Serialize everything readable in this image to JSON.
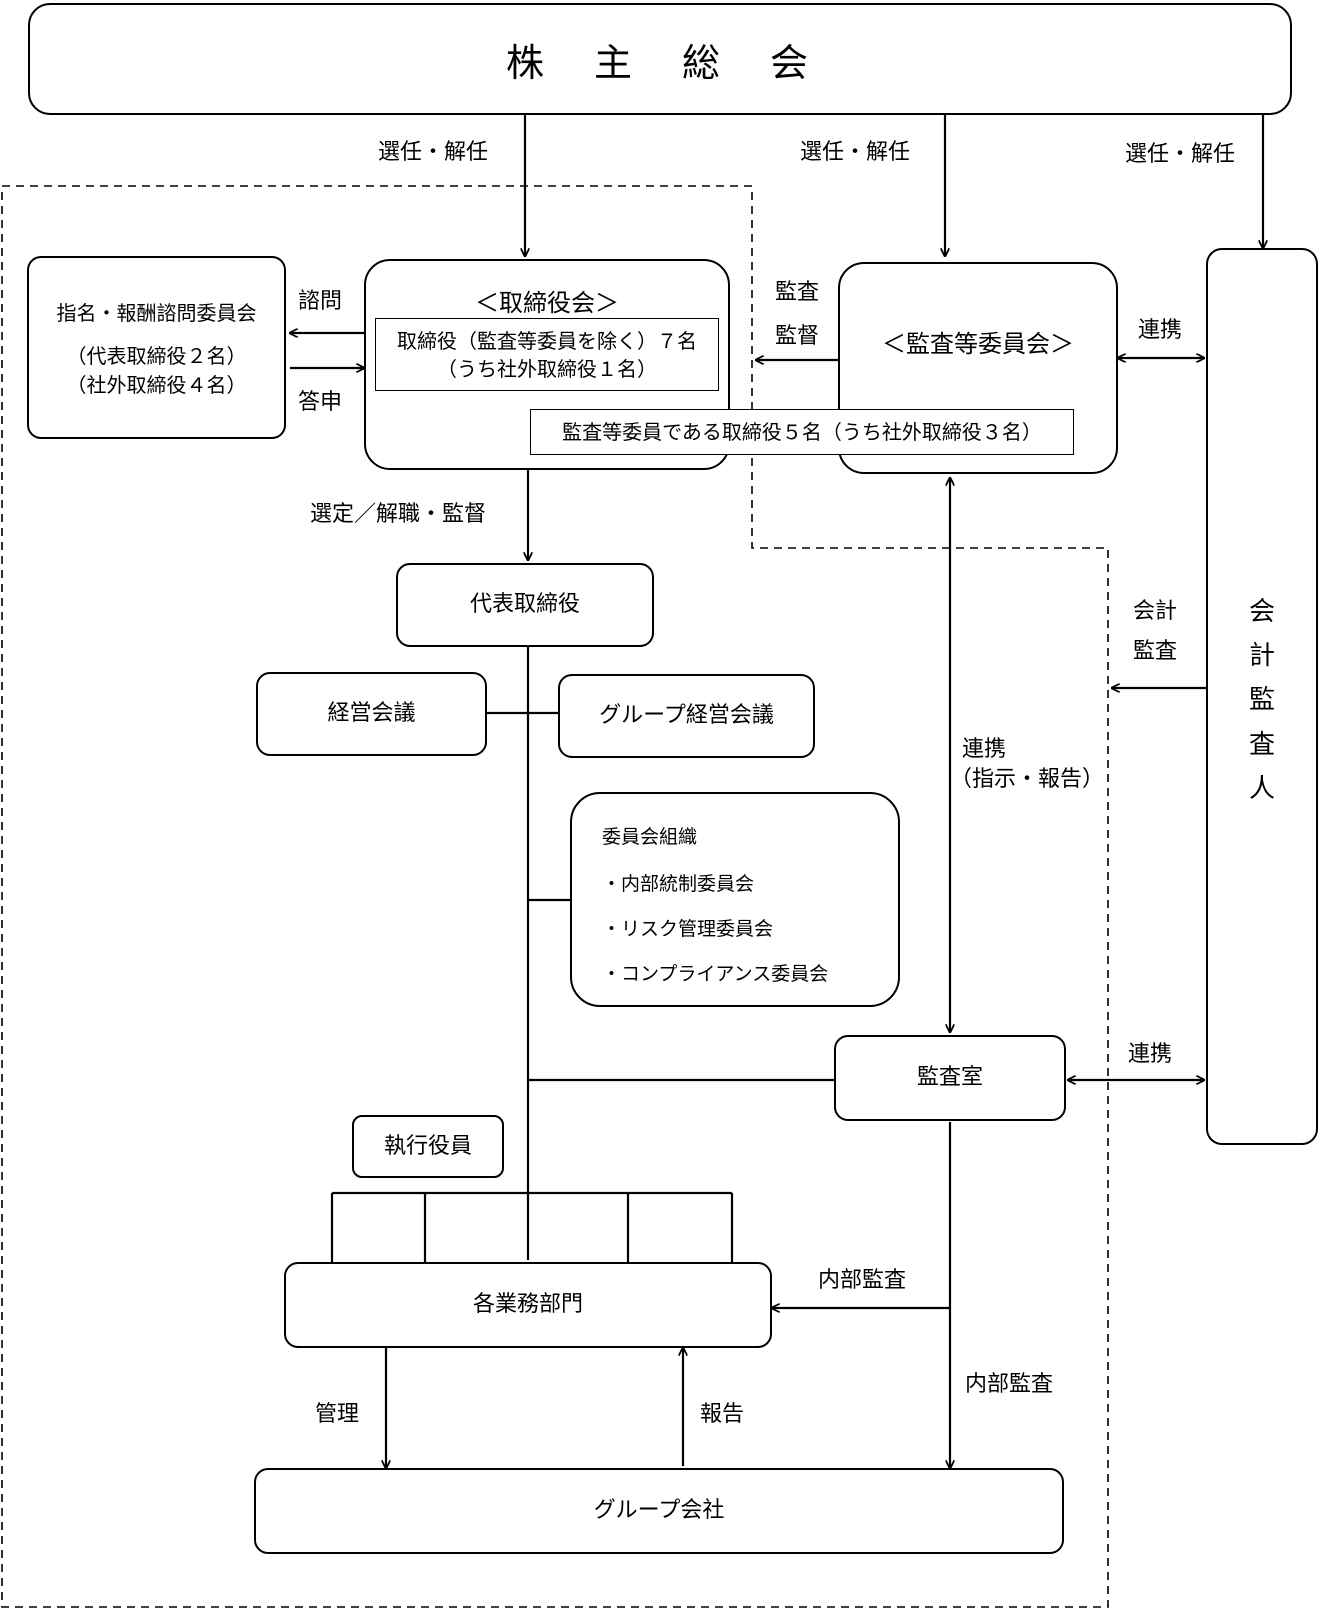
{
  "shareholders": "株　主　総　会",
  "edge_labels": {
    "elect1": "選任・解任",
    "elect2": "選任・解任",
    "elect3": "選任・解任",
    "consult": "諮問",
    "answer": "答申",
    "audit_supervise_1": "監査",
    "audit_supervise_2": "監督",
    "collab_top": "連携",
    "select": "選定／解職・監督",
    "acct_audit_1": "会計",
    "acct_audit_2": "監査",
    "collab_mid_1": "連携",
    "collab_mid_2": "（指示・報告）",
    "collab_bottom": "連携",
    "internal_audit_1": "内部監査",
    "internal_audit_2": "内部監査",
    "manage": "管理",
    "report": "報告"
  },
  "nomination": {
    "title": "指名・報酬諮問委員会",
    "line1": "（代表取締役２名）",
    "line2": "（社外取締役４名）"
  },
  "board": {
    "title": "＜取締役会＞",
    "inner1": "取締役（監査等委員を除く）７名",
    "inner2": "（うち社外取締役１名）",
    "shared": "監査等委員である取締役５名（うち社外取締役３名）"
  },
  "audit_committee": {
    "title": "＜監査等委員会＞"
  },
  "accounting_auditor": {
    "chars": [
      "会",
      "計",
      "監",
      "査",
      "人"
    ]
  },
  "representative": "代表取締役",
  "mgmt_meeting": "経営会議",
  "group_mgmt_meeting": "グループ経営会議",
  "committees": {
    "title": "委員会組織",
    "items": [
      "・内部統制委員会",
      "・リスク管理委員会",
      "・コンプライアンス委員会"
    ]
  },
  "audit_office": "監査室",
  "executive_officers": "執行役員",
  "departments": "各業務部門",
  "group_companies": "グループ会社"
}
